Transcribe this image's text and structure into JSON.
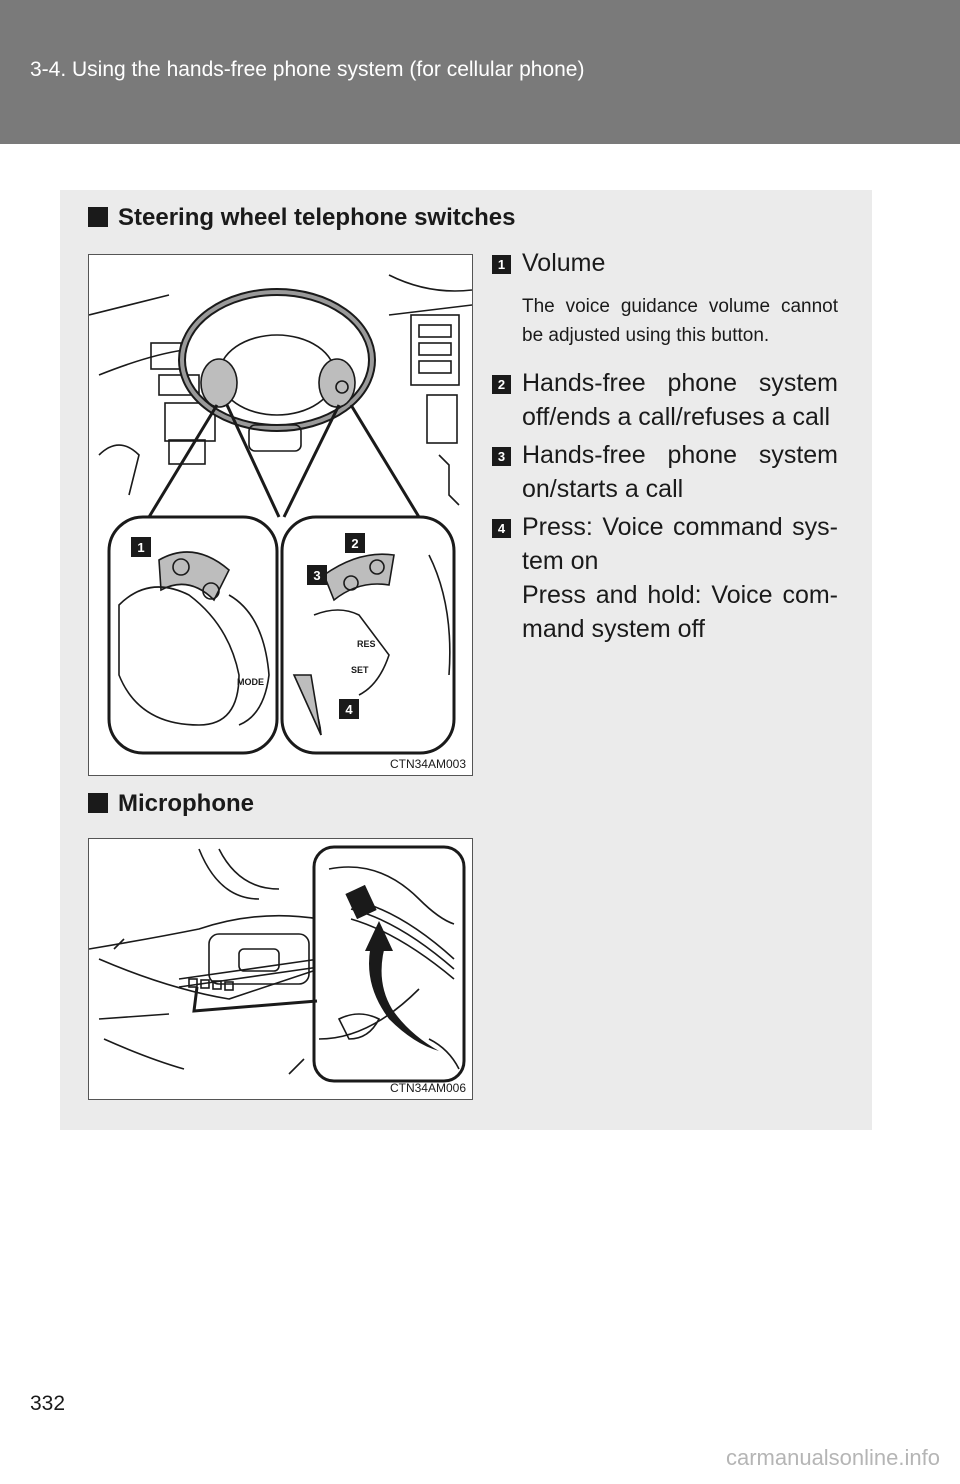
{
  "header": {
    "title": "3-4. Using the hands-free phone system (for cellular phone)"
  },
  "sections": {
    "steering": {
      "heading": "Steering wheel telephone switches"
    },
    "microphone": {
      "heading": "Microphone"
    }
  },
  "figures": {
    "steering": {
      "code": "CTN34AM003",
      "callouts": [
        "1",
        "2",
        "3",
        "4"
      ],
      "button_labels": {
        "mode": "MODE",
        "res": "RES",
        "set": "SET"
      }
    },
    "microphone": {
      "code": "CTN34AM006"
    }
  },
  "items": [
    {
      "num": "1",
      "label": "Volume",
      "note": "The voice guidance volume cannot be adjusted using this button."
    },
    {
      "num": "2",
      "label": "Hands-free phone system off/ends a call/refuses a call"
    },
    {
      "num": "3",
      "label": "Hands-free phone system on/starts a call"
    },
    {
      "num": "4",
      "line1": "Press: Voice command sys-tem on",
      "line2": "Press and hold: Voice com-mand system off"
    }
  ],
  "footer": {
    "page_number": "332",
    "watermark": "carmanualsonline.info"
  },
  "colors": {
    "header": "#7a7a7a",
    "panel": "#ebebeb",
    "ink": "#1a1a1a",
    "button_gray": "#bdbdbd"
  }
}
